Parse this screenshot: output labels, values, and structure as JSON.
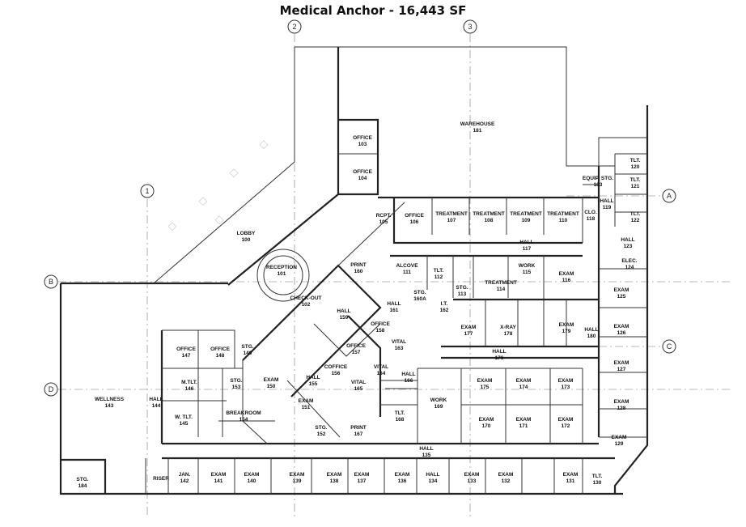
{
  "title": "Medical Anchor - 16,443 SF",
  "grid_markers": [
    "2",
    "3",
    "1",
    "A",
    "B",
    "C",
    "D"
  ],
  "rooms": [
    {
      "name": "OFFICE",
      "num": "103"
    },
    {
      "name": "OFFICE",
      "num": "104"
    },
    {
      "name": "WAREHOUSE",
      "num": "181"
    },
    {
      "name": "RCPT.",
      "num": "105"
    },
    {
      "name": "OFFICE",
      "num": "106"
    },
    {
      "name": "TREATMENT",
      "num": "107"
    },
    {
      "name": "TREATMENT",
      "num": "108"
    },
    {
      "name": "TREATMENT",
      "num": "109"
    },
    {
      "name": "TREATMENT",
      "num": "110"
    },
    {
      "name": "EQUIP. STG.",
      "num": "183"
    },
    {
      "name": "TLT.",
      "num": "120"
    },
    {
      "name": "TLT.",
      "num": "121"
    },
    {
      "name": "TLT.",
      "num": "122"
    },
    {
      "name": "HALL",
      "num": "119"
    },
    {
      "name": "CLO.",
      "num": "118"
    },
    {
      "name": "HALL",
      "num": "123"
    },
    {
      "name": "LOBBY",
      "num": "100"
    },
    {
      "name": "RECEPTION",
      "num": "101"
    },
    {
      "name": "PRINT",
      "num": "160"
    },
    {
      "name": "ALCOVE",
      "num": "111"
    },
    {
      "name": "TLT.",
      "num": "112"
    },
    {
      "name": "STG.",
      "num": "113"
    },
    {
      "name": "TREATMENT",
      "num": "114"
    },
    {
      "name": "WORK",
      "num": "115"
    },
    {
      "name": "EXAM",
      "num": "116"
    },
    {
      "name": "HALL",
      "num": "117"
    },
    {
      "name": "ELEC.",
      "num": "124"
    },
    {
      "name": "EXAM",
      "num": "125"
    },
    {
      "name": "CHECK-OUT",
      "num": "102"
    },
    {
      "name": "HALL",
      "num": "159"
    },
    {
      "name": "HALL",
      "num": "161"
    },
    {
      "name": "STG.",
      "num": "160A"
    },
    {
      "name": "I.T.",
      "num": "162"
    },
    {
      "name": "EXAM",
      "num": "177"
    },
    {
      "name": "X-RAY",
      "num": "178"
    },
    {
      "name": "EXAM",
      "num": "179"
    },
    {
      "name": "HALL",
      "num": "180"
    },
    {
      "name": "EXAM",
      "num": "126"
    },
    {
      "name": "EXAM",
      "num": "127"
    },
    {
      "name": "WELLNESS",
      "num": "143"
    },
    {
      "name": "OFFICE",
      "num": "147"
    },
    {
      "name": "OFFICE",
      "num": "148"
    },
    {
      "name": "STG.",
      "num": "149"
    },
    {
      "name": "OFFICE",
      "num": "158"
    },
    {
      "name": "OFFICE",
      "num": "157"
    },
    {
      "name": "VITAL",
      "num": "163"
    },
    {
      "name": "HALL",
      "num": "176"
    },
    {
      "name": "M.TLT.",
      "num": "146"
    },
    {
      "name": "STG.",
      "num": "153"
    },
    {
      "name": "EXAM",
      "num": "150"
    },
    {
      "name": "HALL",
      "num": "155"
    },
    {
      "name": "COFFICE",
      "num": "156"
    },
    {
      "name": "VITAL",
      "num": "164"
    },
    {
      "name": "VITAL",
      "num": "165"
    },
    {
      "name": "HALL",
      "num": "166"
    },
    {
      "name": "EXAM",
      "num": "175"
    },
    {
      "name": "EXAM",
      "num": "174"
    },
    {
      "name": "EXAM",
      "num": "173"
    },
    {
      "name": "HALL",
      "num": "144"
    },
    {
      "name": "W. TLT.",
      "num": "145"
    },
    {
      "name": "BREAKROOM",
      "num": "154"
    },
    {
      "name": "EXAM",
      "num": "151"
    },
    {
      "name": "STG.",
      "num": "152"
    },
    {
      "name": "WORK",
      "num": "169"
    },
    {
      "name": "TLT.",
      "num": "168"
    },
    {
      "name": "PRINT",
      "num": "167"
    },
    {
      "name": "EXAM",
      "num": "170"
    },
    {
      "name": "EXAM",
      "num": "171"
    },
    {
      "name": "EXAM",
      "num": "172"
    },
    {
      "name": "EXAM",
      "num": "128"
    },
    {
      "name": "EXAM",
      "num": "129"
    },
    {
      "name": "HALL",
      "num": "135"
    },
    {
      "name": "STG.",
      "num": "184"
    },
    {
      "name": "RISER",
      "num": ""
    },
    {
      "name": "JAN.",
      "num": "142"
    },
    {
      "name": "EXAM",
      "num": "141"
    },
    {
      "name": "EXAM",
      "num": "140"
    },
    {
      "name": "EXAM",
      "num": "139"
    },
    {
      "name": "EXAM",
      "num": "138"
    },
    {
      "name": "EXAM",
      "num": "137"
    },
    {
      "name": "EXAM",
      "num": "136"
    },
    {
      "name": "HALL",
      "num": "134"
    },
    {
      "name": "EXAM",
      "num": "133"
    },
    {
      "name": "EXAM",
      "num": "132"
    },
    {
      "name": "EXAM",
      "num": "131"
    },
    {
      "name": "TLT.",
      "num": "130"
    }
  ]
}
